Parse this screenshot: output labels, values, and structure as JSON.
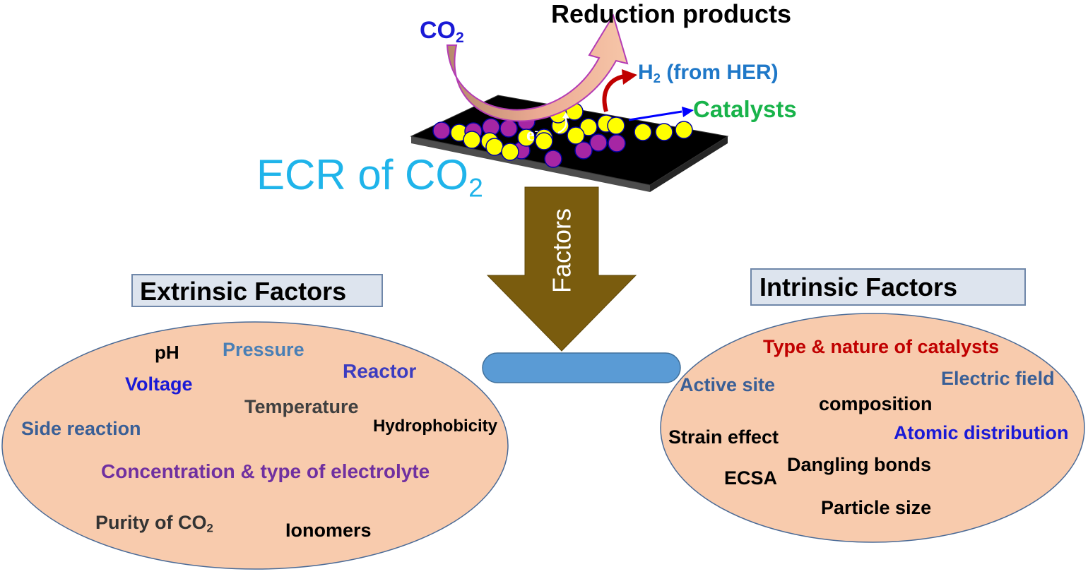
{
  "title": {
    "main": "ECR of CO",
    "sub": "2",
    "color": "#1fb4ea"
  },
  "reaction": {
    "co2_main": "CO",
    "co2_sub": "2",
    "products": "Reduction products",
    "h2_main": "H",
    "h2_sub": "2",
    "h2_rest": " (from HER)",
    "catalysts": "Catalysts",
    "electron_main": "e",
    "electron_sup": "-"
  },
  "arrow": {
    "label": "Factors",
    "color": "#7a5c0e"
  },
  "extrinsic": {
    "title": "Extrinsic Factors",
    "items": [
      {
        "text": "pH",
        "color": "#000000"
      },
      {
        "text": "Pressure",
        "color": "#4a7fb5"
      },
      {
        "text": "Voltage",
        "color": "#1a1ad6"
      },
      {
        "text": "Reactor",
        "color": "#3c3cc0"
      },
      {
        "text": "Temperature",
        "color": "#404040"
      },
      {
        "text": "Side reaction",
        "color": "#3a5f96"
      },
      {
        "text": "Hydrophobicity",
        "color": "#000000"
      },
      {
        "text": "Concentration & type of electrolyte",
        "color": "#7030a0"
      },
      {
        "text": "Purity of CO",
        "sub": "2",
        "color": "#333333"
      },
      {
        "text": "Ionomers",
        "color": "#000000"
      }
    ]
  },
  "intrinsic": {
    "title": "Intrinsic Factors",
    "items": [
      {
        "text": "Type & nature of catalysts",
        "color": "#c00000"
      },
      {
        "text": "Active site",
        "color": "#3a5f96"
      },
      {
        "text": "Electric field",
        "color": "#3a5f96"
      },
      {
        "text": "composition",
        "color": "#000000"
      },
      {
        "text": "Strain effect",
        "color": "#000000"
      },
      {
        "text": "Atomic distribution",
        "color": "#1a1ad6"
      },
      {
        "text": "Dangling bonds",
        "color": "#000000"
      },
      {
        "text": "ECSA",
        "color": "#000000"
      },
      {
        "text": "Particle size",
        "color": "#000000"
      }
    ]
  },
  "colors": {
    "ellipse_fill": "#f8cbad",
    "ellipse_stroke": "#4a6a96",
    "pill_fill": "#5a9bd5",
    "atom_yellow": "#ffff00",
    "atom_purple": "#a626a4",
    "substrate": "#000000",
    "red_arrow": "#c00000",
    "blue_arrow": "#0000ff"
  }
}
